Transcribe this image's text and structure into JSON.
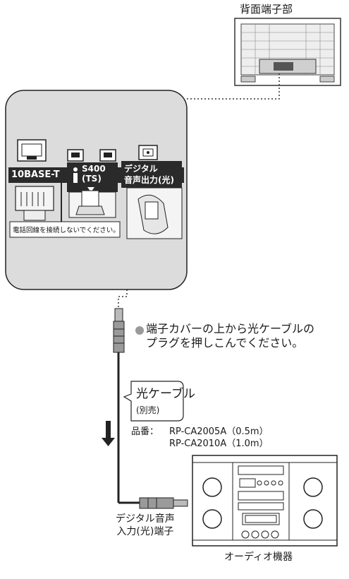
{
  "rear_terminal": {
    "label": "背面端子部"
  },
  "panel": {
    "lan_label": "10BASE-T",
    "s400_label": "S400\n(TS)",
    "optical_label": "デジタル\n音声出力(光)",
    "warning": "電話回線を接続しないでください。"
  },
  "instruction": "端子カバーの上から光ケーブルの\nプラグを押しこんでください。",
  "cable": {
    "name": "光ケーブル",
    "note": "(別売)",
    "part_label": "品番：",
    "part_numbers": [
      "RP-CA2005A（0.5m）",
      "RP-CA2010A（1.0m）"
    ]
  },
  "input_label": "デジタル音声\n入力(光)端子",
  "device_label": "オーディオ機器",
  "colors": {
    "panel": "#dcdcdc",
    "panel_border": "#222222",
    "bullet": "#9a9a9a",
    "dark_band": "#2a2a2a"
  }
}
